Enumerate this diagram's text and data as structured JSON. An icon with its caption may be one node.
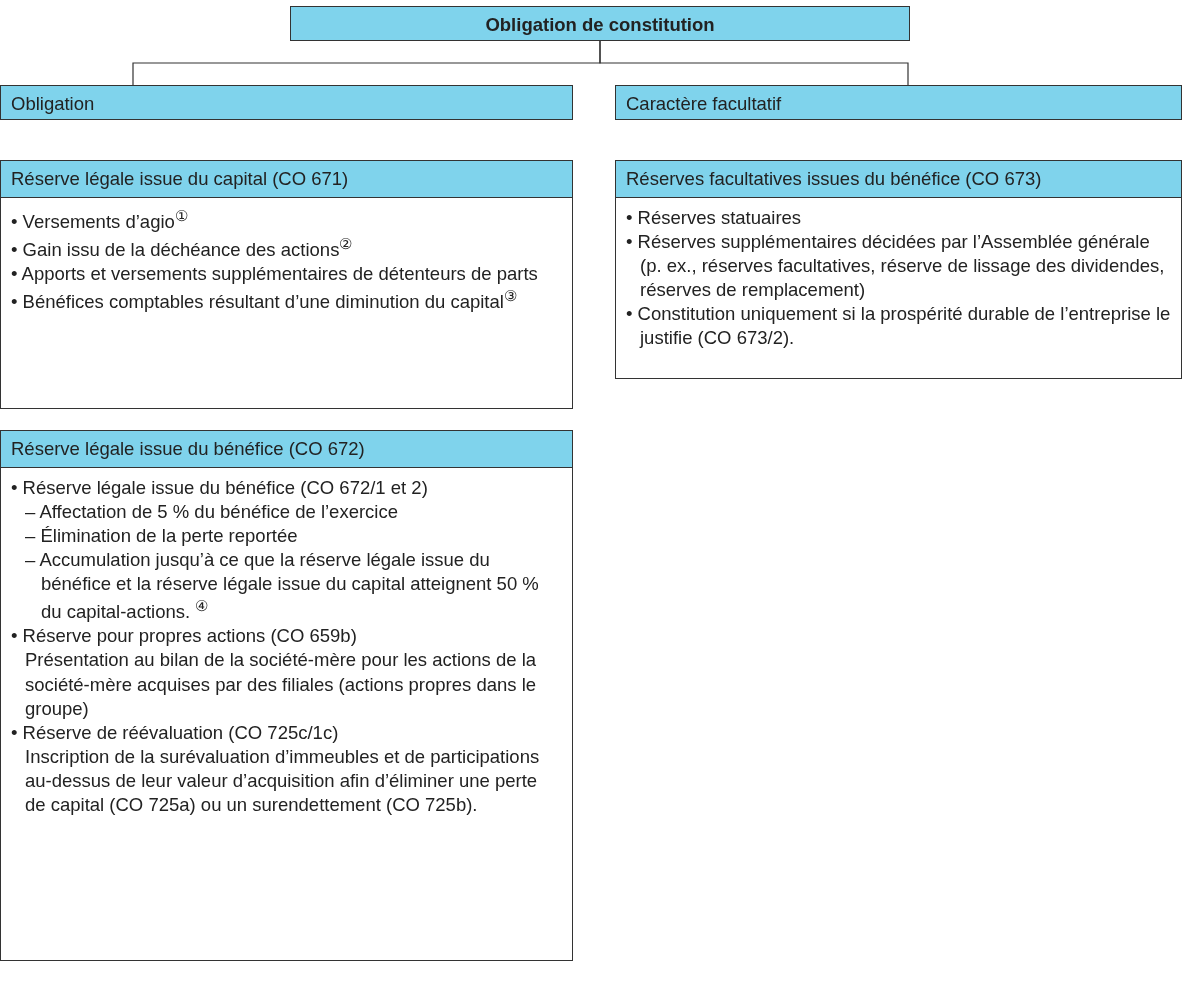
{
  "diagram": {
    "nodes": [
      {
        "text": [
          "Obligation de constitution"
        ]
      },
      {
        "text": [
          "Obligation"
        ]
      },
      {
        "text": [
          "Caractère facultatif"
        ]
      },
      {
        "text": [
          "Réserve légale issue du capital (CO 671)",
          "• Versements d’agio$^{①}$",
          "• Gain issu de la déchéance des actions$^{②}$",
          "• Apports et versements supplémentaires de détenteurs de parts",
          "• Bénéfices comptables résultant d’une diminution du capital$^{③}$"
        ]
      },
      {
        "text": [
          "Réserves facultatives issues du bénéfice (CO 673)",
          "• Réserves statuaires",
          "• Réserves supplémentaires décidées par l’Assemblée générale (p. ex., réserves facultatives, réserve de lissage des dividendes, réserves de remplacement)",
          "• Constitution uniquement si la prospérité durable de l’entreprise le justifie (CO 673/2)."
        ]
      },
      {
        "text": [
          "Réserve légale issue du bénéfice (CO 672)",
          "• Réserve légale issue du bénéfice (CO 672/1 et 2)",
          "– Affectation de 5 % du bénéfice de l’exercice",
          "– Élimination de la perte reportée",
          "– Accumulation jusqu’à ce que la réserve légale issue du bénéfice et la réserve légale issue du capital atteignent 50 % du capital-actions. $^{④}$",
          "• Réserve pour propres actions (CO 659b)",
          "Présentation au bilan de la société-mère pour les actions de la société-mère acquises par des filiales (actions propres dans le groupe)",
          "• Réserve de réévaluation (CO 725c/1c)",
          "Inscription de la surévaluation d’immeubles et de participations au-dessus de leur valeur d’acquisition afin d’éliminer une perte de capital (CO 725a) ou un surendettement (CO 725b)."
        ]
      }
    ],
    "edges": [
      {
        "from": 0,
        "to": 1,
        "arrow": "none"
      },
      {
        "from": 0,
        "to": 2,
        "arrow": "none"
      }
    ]
  }
}
